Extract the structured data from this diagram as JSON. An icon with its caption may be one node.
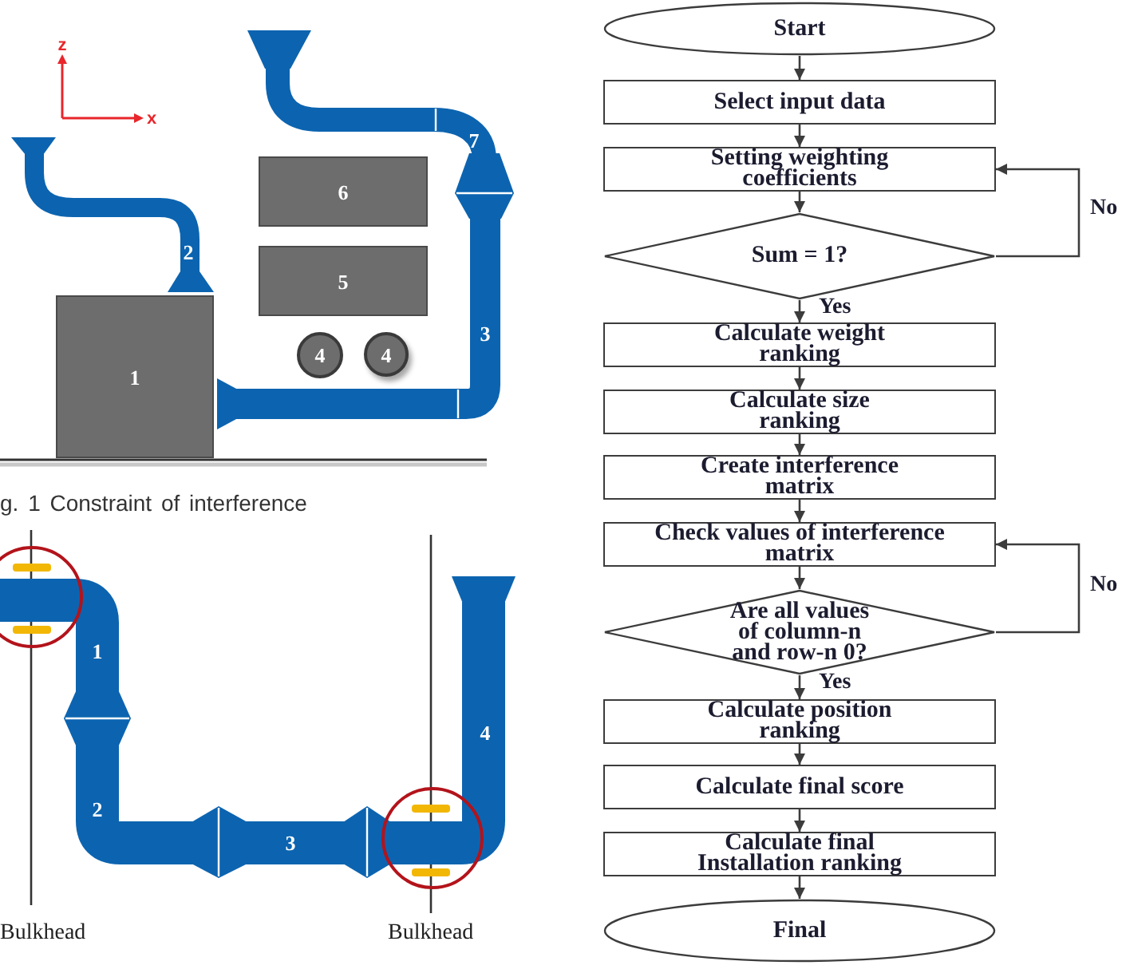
{
  "diagram": {
    "nodes": [
      {
        "text": [
          "6"
        ]
      },
      {
        "text": [
          "5"
        ]
      },
      {
        "text": [
          "1"
        ]
      },
      {
        "text": [
          "4"
        ]
      },
      {
        "text": [
          "4"
        ]
      },
      {
        "text": [
          "Start"
        ]
      },
      {
        "text": [
          "Select input data"
        ]
      },
      {
        "text": [
          "Setting weighting coefficients"
        ]
      },
      {
        "text": [
          "Sum = 1?"
        ]
      },
      {
        "text": [
          "Calculate weight ranking"
        ]
      },
      {
        "text": [
          "Calculate size ranking"
        ]
      },
      {
        "text": [
          "Create interference matrix"
        ]
      },
      {
        "text": [
          "Check values of interference matrix"
        ]
      },
      {
        "text": [
          "Are all values of column-n and row-n 0?"
        ]
      },
      {
        "text": [
          "Calculate position ranking"
        ]
      },
      {
        "text": [
          "Calculate final score"
        ]
      },
      {
        "text": [
          "Calculate final Installation ranking"
        ]
      },
      {
        "text": [
          "Final"
        ]
      }
    ],
    "edges": [
      {
        "from": 5,
        "to": 6,
        "arrow": "to"
      },
      {
        "from": 6,
        "to": 7,
        "arrow": "to"
      },
      {
        "from": 7,
        "to": 8,
        "arrow": "to"
      },
      {
        "from": 8,
        "to": 9,
        "arrow": "to",
        "label": "Yes"
      },
      {
        "from": 8,
        "to": 7,
        "arrow": "to",
        "label": "No"
      },
      {
        "from": 9,
        "to": 10,
        "arrow": "to"
      },
      {
        "from": 10,
        "to": 11,
        "arrow": "to"
      },
      {
        "from": 11,
        "to": 12,
        "arrow": "to"
      },
      {
        "from": 12,
        "to": 13,
        "arrow": "to"
      },
      {
        "from": 13,
        "to": 14,
        "arrow": "to",
        "label": "Yes"
      },
      {
        "from": 13,
        "to": 12,
        "arrow": "to",
        "label": "No"
      },
      {
        "from": 14,
        "to": 15,
        "arrow": "to"
      },
      {
        "from": 15,
        "to": 16,
        "arrow": "to"
      },
      {
        "from": 16,
        "to": 17,
        "arrow": "to"
      }
    ],
    "labels": [
      "z",
      "x",
      "7",
      "2",
      "3",
      "g. 1 Constraint of interference",
      "1",
      "4",
      "2",
      "3",
      "Bulkhead",
      "Bulkhead"
    ]
  }
}
